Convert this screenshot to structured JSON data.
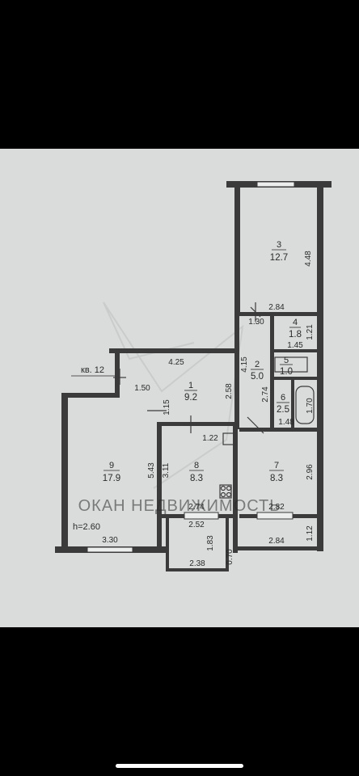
{
  "apartment_label": "кв. 12",
  "ceiling_height": "h=2.60",
  "watermark": "ОКАН НЕДВИЖИМОСТЬ",
  "rooms": [
    {
      "id": "1",
      "number": "1",
      "area": "9.2"
    },
    {
      "id": "2",
      "number": "2",
      "area": "5.0"
    },
    {
      "id": "3",
      "number": "3",
      "area": "12.7"
    },
    {
      "id": "4",
      "number": "4",
      "area": "1.8"
    },
    {
      "id": "5",
      "number": "5",
      "area": "1.0"
    },
    {
      "id": "6",
      "number": "6",
      "area": "2.5"
    },
    {
      "id": "7",
      "number": "7",
      "area": "8.3"
    },
    {
      "id": "8",
      "number": "8",
      "area": "8.3"
    },
    {
      "id": "9",
      "number": "9",
      "area": "17.9"
    }
  ],
  "dimensions": [
    {
      "id": "d448",
      "text": "4.48"
    },
    {
      "id": "d284a",
      "text": "2.84"
    },
    {
      "id": "d130",
      "text": "1.30"
    },
    {
      "id": "d121",
      "text": "1.21"
    },
    {
      "id": "d145",
      "text": "1.45"
    },
    {
      "id": "d425",
      "text": "4.25"
    },
    {
      "id": "d415",
      "text": "4.15"
    },
    {
      "id": "d150",
      "text": "1.50"
    },
    {
      "id": "d258",
      "text": "2.58"
    },
    {
      "id": "d274v",
      "text": "2.74"
    },
    {
      "id": "d170",
      "text": "1.70"
    },
    {
      "id": "d115",
      "text": "1.15"
    },
    {
      "id": "d148",
      "text": "1.48"
    },
    {
      "id": "d122",
      "text": "1.22"
    },
    {
      "id": "d543",
      "text": "5.43"
    },
    {
      "id": "d311",
      "text": "3.11"
    },
    {
      "id": "d296",
      "text": "2.96"
    },
    {
      "id": "d274h",
      "text": "2.74"
    },
    {
      "id": "d282",
      "text": "2.82"
    },
    {
      "id": "d252",
      "text": "2.52"
    },
    {
      "id": "d112",
      "text": "1.12"
    },
    {
      "id": "d330",
      "text": "3.30"
    },
    {
      "id": "d183",
      "text": "1.83"
    },
    {
      "id": "d284b",
      "text": "2.84"
    },
    {
      "id": "d238",
      "text": "2.38"
    },
    {
      "id": "d070",
      "text": "0.70"
    }
  ],
  "colors": {
    "paper": "#d9dcdb",
    "wall": "#3b3b3b",
    "text": "#2a2a2a"
  }
}
